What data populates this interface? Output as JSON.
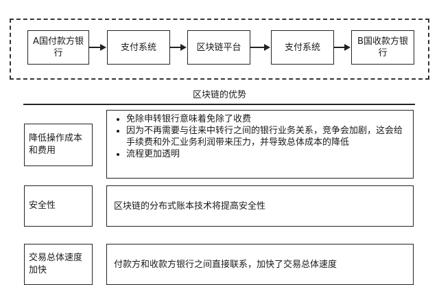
{
  "flow": {
    "nodes": [
      {
        "label": "A国付款方银行"
      },
      {
        "label": "支付系统"
      },
      {
        "label": "区块链平台"
      },
      {
        "label": "支付系统"
      },
      {
        "label": "B国收款方银行"
      }
    ]
  },
  "advantages": {
    "title": "区块链的优势",
    "rows": [
      {
        "label": "降低操作成本和费用",
        "bullets": [
          "免除申转银行意味着免除了收费",
          "因为不再需要与往来中转行之间的银行业务关系，竞争会加剧，这会给手续费和外汇业务利润带来压力，并导致总体成本的降低",
          "流程更加透明"
        ]
      },
      {
        "label": "安全性",
        "text": "区块链的分布式账本技术将提高安全性"
      },
      {
        "label": "交易总体速度加快",
        "text": "付款方和收款方银行之间直接联系，加快了交易总体速度"
      }
    ]
  }
}
